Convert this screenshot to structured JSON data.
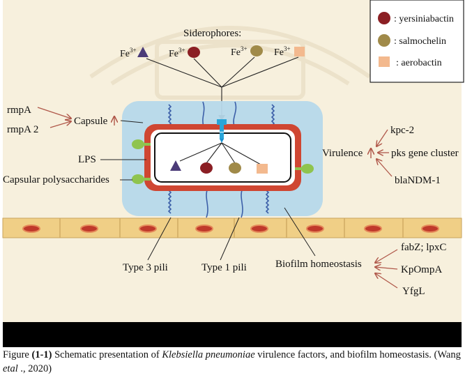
{
  "legend": {
    "items": [
      {
        "symbol": "dark-red-circle",
        "label": ": yersiniabactin"
      },
      {
        "symbol": "olive-circle",
        "label": ": salmochelin"
      },
      {
        "symbol": "peach-square",
        "label": ": aerobactin"
      }
    ]
  },
  "siderophores": {
    "title": "Siderophores:",
    "fe_base": "Fe",
    "fe_charge": "3+"
  },
  "left_labels": {
    "rmpA": "rmpA",
    "rmpA2": "rmpA 2",
    "capsule": "Capsule",
    "lps": "LPS",
    "capsular_polysaccharides": "Capsular polysaccharides"
  },
  "right_labels": {
    "virulence": "Virulence",
    "kpc2": "kpc-2",
    "pks": "pks gene cluster",
    "blandm": "blaNDM-1"
  },
  "bottom_labels": {
    "type3": "Type 3 pili",
    "type1": "Type 1 pili",
    "biofilm": "Biofilm homeostasis",
    "fabz": "fabZ; lpxC",
    "kpompa": "KpOmpA",
    "yfgl": "YfgL"
  },
  "caption": {
    "prefix": "Figure ",
    "number": "(1-1)",
    "text1": " Schematic presentation of ",
    "species": "Klebsiella pneumoniae",
    "text2": " virulence factors, and biofilm homeostasis. (Wang ",
    "etal": "etal",
    "text3": " ., 2020)"
  },
  "colors": {
    "panel_bg": "#f7f0dd",
    "capsule_blue": "#b6d8ea",
    "membrane_red": "#cf4632",
    "cell_tan": "#f0cf86",
    "nucleus": "#c0392b",
    "green": "#8fc44e",
    "dark_red": "#8b1f24",
    "olive": "#a08a49",
    "peach": "#f3b98e",
    "purple": "#4b3b78",
    "receptor": "#2aa5d8",
    "arrow": "#b0584a",
    "pili": "#3c5fa8"
  }
}
